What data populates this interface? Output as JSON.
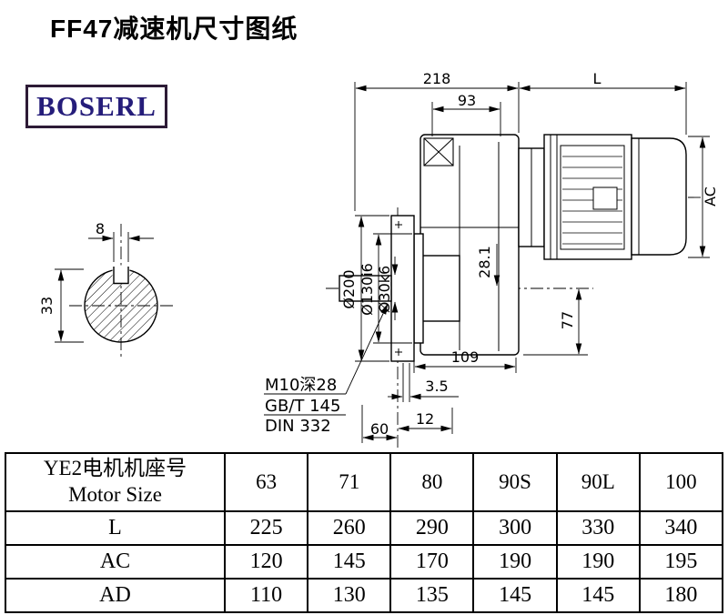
{
  "page": {
    "title": "FF47减速机尺寸图纸",
    "brand": "BOSERL",
    "background": "#ffffff",
    "line_color": "#000000",
    "brand_color": "#251d7a",
    "brand_border": "#2d1b36"
  },
  "drawing": {
    "labels": {
      "d218": "218",
      "dL": "L",
      "d93": "93",
      "dAC": "AC",
      "d200": "Ø200",
      "d130": "Ø130i6",
      "d30": "Ø30k6",
      "d281": "28.1",
      "d77": "77",
      "d109": "109",
      "d35": "3.5",
      "d60": "60",
      "d12": "12",
      "m10": "M10深28",
      "gbt": "GB/T 145",
      "din": "DIN 332",
      "d8": "8",
      "d33": "33"
    }
  },
  "table": {
    "header_cn": "YE2电机机座号",
    "header_en": "Motor Size",
    "motor_sizes": [
      "63",
      "71",
      "80",
      "90S",
      "90L",
      "100"
    ],
    "rows": [
      {
        "label": "L",
        "values": [
          "225",
          "260",
          "290",
          "300",
          "330",
          "340"
        ]
      },
      {
        "label": "AC",
        "values": [
          "120",
          "145",
          "170",
          "190",
          "190",
          "195"
        ]
      },
      {
        "label": "AD",
        "values": [
          "110",
          "130",
          "135",
          "145",
          "145",
          "180"
        ]
      }
    ]
  }
}
